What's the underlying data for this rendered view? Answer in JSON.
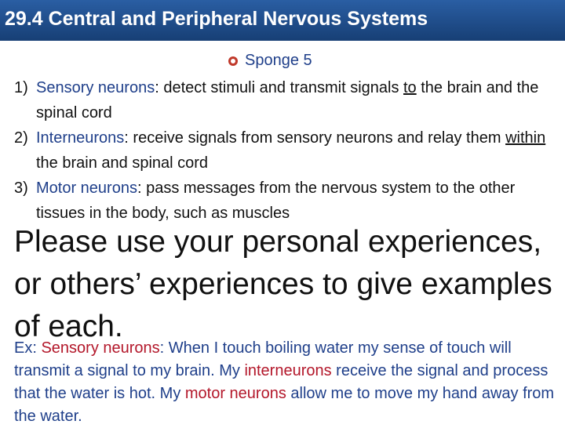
{
  "slide": {
    "title": "29.4 Central and Peripheral Nervous Systems",
    "sponge_label": "Sponge 5",
    "items": [
      {
        "number": "1)",
        "term": "Sensory neurons",
        "text_a": ": detect stimuli and transmit signals ",
        "underlined": "to",
        "text_b": " the brain and the spinal cord"
      },
      {
        "number": "2)",
        "term": "Interneurons",
        "text_a": ": receive signals from sensory neurons and relay them ",
        "underlined": "within",
        "text_b": " the brain and spinal cord"
      },
      {
        "number": "3)",
        "term": "Motor neurons",
        "text_a": ": pass messages from the nervous system to the other tissues in the body, such as muscles"
      }
    ],
    "prompt": "Please use your personal experiences, or others’ experiences to give examples of each.",
    "example": {
      "prefix": "Ex: ",
      "term1": "Sensory neurons",
      "part1": ": When I touch boiling water my sense of touch will transmit a signal to my brain.  My ",
      "term2": "interneurons",
      "part2": " receive the signal and process that the water is hot. My ",
      "term3": "motor neurons",
      "part3": " allow me to move my hand away from the water."
    },
    "colors": {
      "title_bar": "#1f4e8c",
      "accent_blue": "#1f3f8a",
      "accent_red": "#b3172a"
    }
  }
}
